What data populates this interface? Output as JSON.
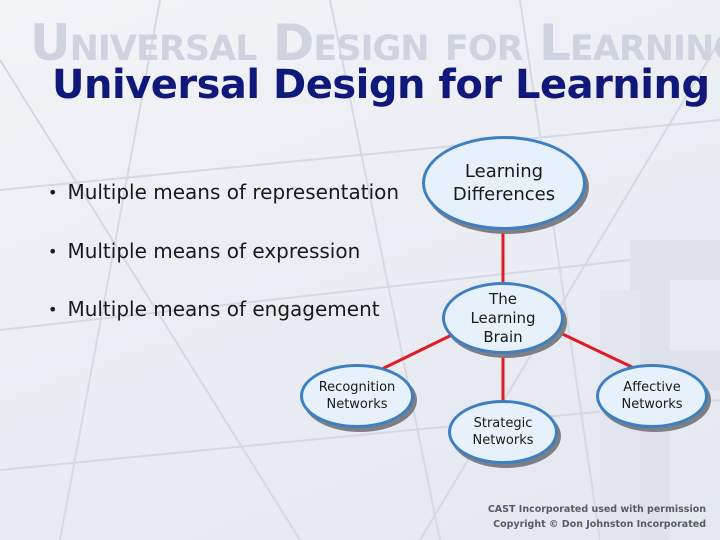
{
  "slide": {
    "watermark_text": "Universal Design for Learning",
    "title": "Universal Design for Learning",
    "bullets": [
      "Multiple means of representation",
      "Multiple means of expression",
      "Multiple means of engagement"
    ],
    "bullet_glyph": "•"
  },
  "diagram": {
    "nodes": {
      "learning_differences": "Learning Differences",
      "learning_brain": "The Learning Brain",
      "recognition_networks": "Recognition Networks",
      "strategic_networks": "Strategic Networks",
      "affective_networks": "Affective Networks"
    },
    "connector_color": "#e01b24",
    "node_fill": "#e6f1fb",
    "node_border": "#3d7fc1"
  },
  "credit": {
    "line1": "CAST Incorporated used with permission",
    "line2": "Copyright © Don Johnston Incorporated"
  },
  "colors": {
    "title": "#10187a",
    "background": "#eef0f5"
  }
}
